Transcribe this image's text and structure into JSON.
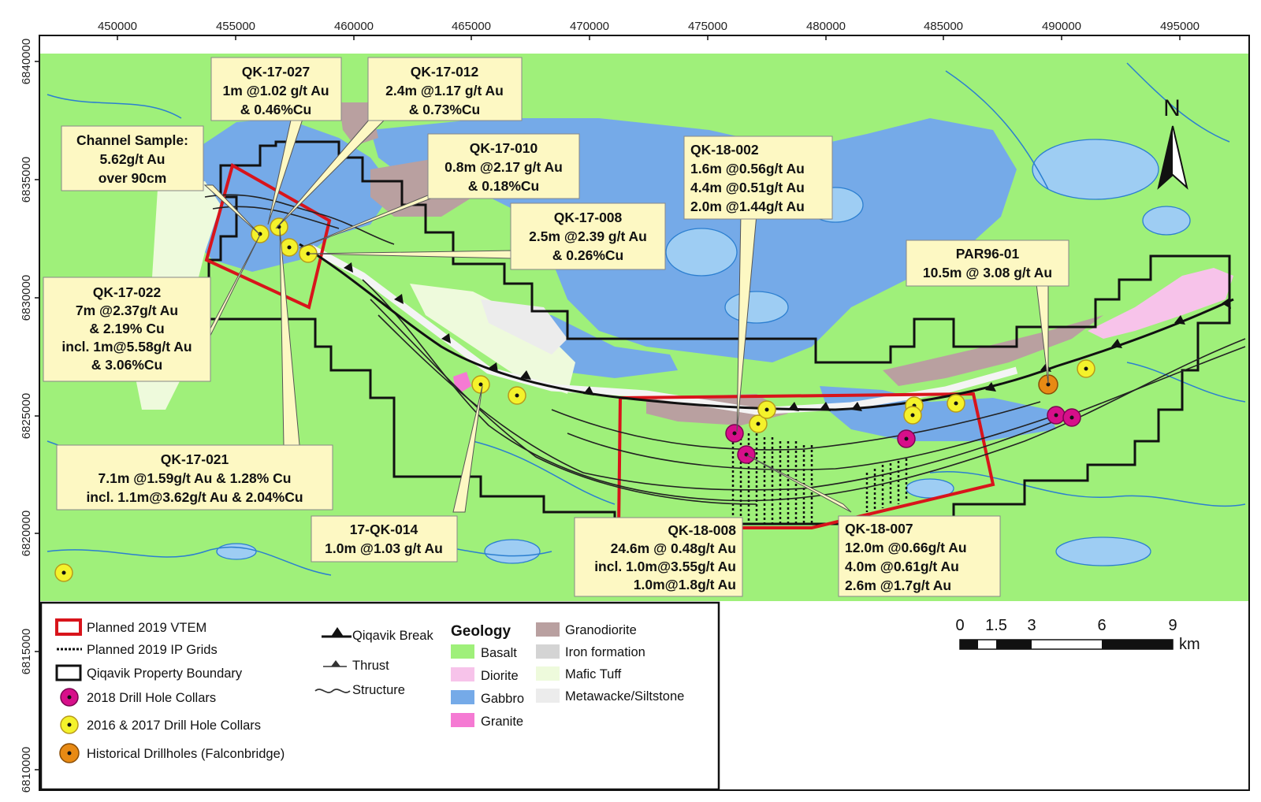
{
  "colors": {
    "basalt": "#9ff07a",
    "diorite": "#f7c3ea",
    "gabbro": "#75aae8",
    "granite": "#f57ad3",
    "granodiorite": "#b9a0a0",
    "iron_formation": "#d4d4d4",
    "mafic_tuff": "#eefadc",
    "metawacke": "#ececec",
    "water": "#2c7fd0",
    "vtem": "#d8141b",
    "boundary": "#111111",
    "callout_bg": "#fdf8c3",
    "drill_2018": "#d70f8a",
    "drill_2016_2017": "#f4f22b",
    "historical": "#e88a14"
  },
  "axes": {
    "x_ticks": [
      "450000",
      "455000",
      "460000",
      "465000",
      "470000",
      "475000",
      "480000",
      "485000",
      "490000",
      "495000"
    ],
    "y_ticks": [
      "6840000",
      "6835000",
      "6830000",
      "6825000",
      "6820000",
      "6815000",
      "6810000"
    ]
  },
  "callouts": [
    {
      "id": "qk-17-027",
      "lines": [
        "QK-17-027",
        "1m @1.02 g/t Au",
        "& 0.46%Cu"
      ]
    },
    {
      "id": "qk-17-012",
      "lines": [
        "QK-17-012",
        "2.4m @1.17 g/t Au",
        "& 0.73%Cu"
      ]
    },
    {
      "id": "channel-sample",
      "lines": [
        "Channel Sample:",
        "5.62g/t Au",
        "over 90cm"
      ]
    },
    {
      "id": "qk-17-010",
      "lines": [
        "QK-17-010",
        "0.8m @2.17 g/t Au",
        "& 0.18%Cu"
      ]
    },
    {
      "id": "qk-18-002",
      "lines": [
        "QK-18-002",
        "1.6m @0.56g/t Au",
        "4.4m @0.51g/t Au",
        "2.0m @1.44g/t Au"
      ]
    },
    {
      "id": "qk-17-008",
      "lines": [
        "QK-17-008",
        "2.5m @2.39 g/t Au",
        "& 0.26%Cu"
      ]
    },
    {
      "id": "par96-01",
      "lines": [
        "PAR96-01",
        "10.5m @ 3.08 g/t Au"
      ]
    },
    {
      "id": "qk-17-022",
      "lines": [
        "QK-17-022",
        "7m @2.37g/t Au",
        "& 2.19% Cu",
        "incl. 1m@5.58g/t Au",
        "& 3.06%Cu"
      ]
    },
    {
      "id": "qk-17-021",
      "lines": [
        "QK-17-021",
        "7.1m @1.59g/t Au & 1.28% Cu",
        "incl. 1.1m@3.62g/t Au &  2.04%Cu"
      ]
    },
    {
      "id": "17-qk-014",
      "lines": [
        "17-QK-014",
        "1.0m @1.03 g/t Au"
      ]
    },
    {
      "id": "qk-18-008",
      "lines": [
        "QK-18-008",
        "24.6m @ 0.48g/t Au",
        "incl. 1.0m@3.55g/t Au",
        "1.0m@1.8g/t Au"
      ]
    },
    {
      "id": "qk-18-007",
      "lines": [
        "QK-18-007",
        "12.0m @0.66g/t Au",
        "4.0m @0.61g/t Au",
        "2.6m @1.7g/t Au"
      ]
    }
  ],
  "legend": {
    "vtem": "Planned 2019 VTEM",
    "ip_grids": "Planned 2019 IP Grids",
    "boundary": "Qiqavik Property Boundary",
    "drill_2018": "2018 Drill Hole Collars",
    "drill_2016_2017": "2016 & 2017 Drill Hole Collars",
    "historical": "Historical Drillholes (Falconbridge)",
    "qiqavik_break": "Qiqavik Break",
    "thrust": "Thrust",
    "structure": "Structure",
    "geology_title": "Geology",
    "basalt": "Basalt",
    "diorite": "Diorite",
    "gabbro": "Gabbro",
    "granite": "Granite",
    "granodiorite": "Granodiorite",
    "iron_formation": "Iron formation",
    "mafic_tuff": "Mafic Tuff",
    "metawacke": "Metawacke/Siltstone"
  },
  "scale_bar": {
    "labels": [
      "0",
      "1.5",
      "3",
      "6",
      "9"
    ],
    "unit": "km"
  },
  "north_arrow": {
    "label": "N"
  }
}
